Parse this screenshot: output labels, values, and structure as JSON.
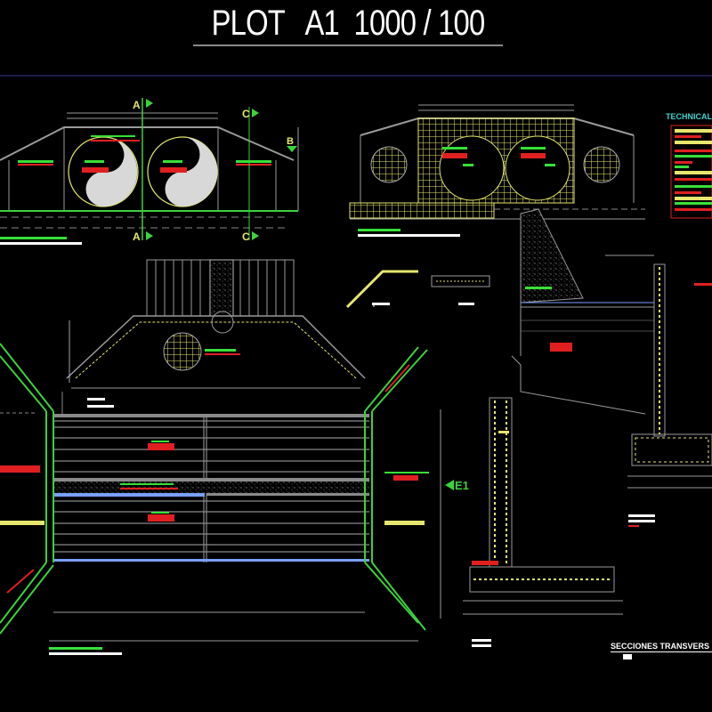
{
  "title": "PLOT   A1  1000 / 100",
  "colors": {
    "background": "#000000",
    "frame": "#1c1c4a",
    "walls": "#9a9a9a",
    "ground": "#3cd23c",
    "rebar": "#e6e66e",
    "annotation_red": "#e02020",
    "annotation_green": "#38e038",
    "water": "#7aa0ff"
  },
  "section_markers": {
    "a_top": "A",
    "a_bottom": "A",
    "c_top": "C",
    "c_bottom": "C",
    "b": "B",
    "e1": "E1"
  },
  "spec_table": {
    "heading": "TECHNICAL"
  },
  "sheet_caption": "SECCIONES TRANSVERS"
}
